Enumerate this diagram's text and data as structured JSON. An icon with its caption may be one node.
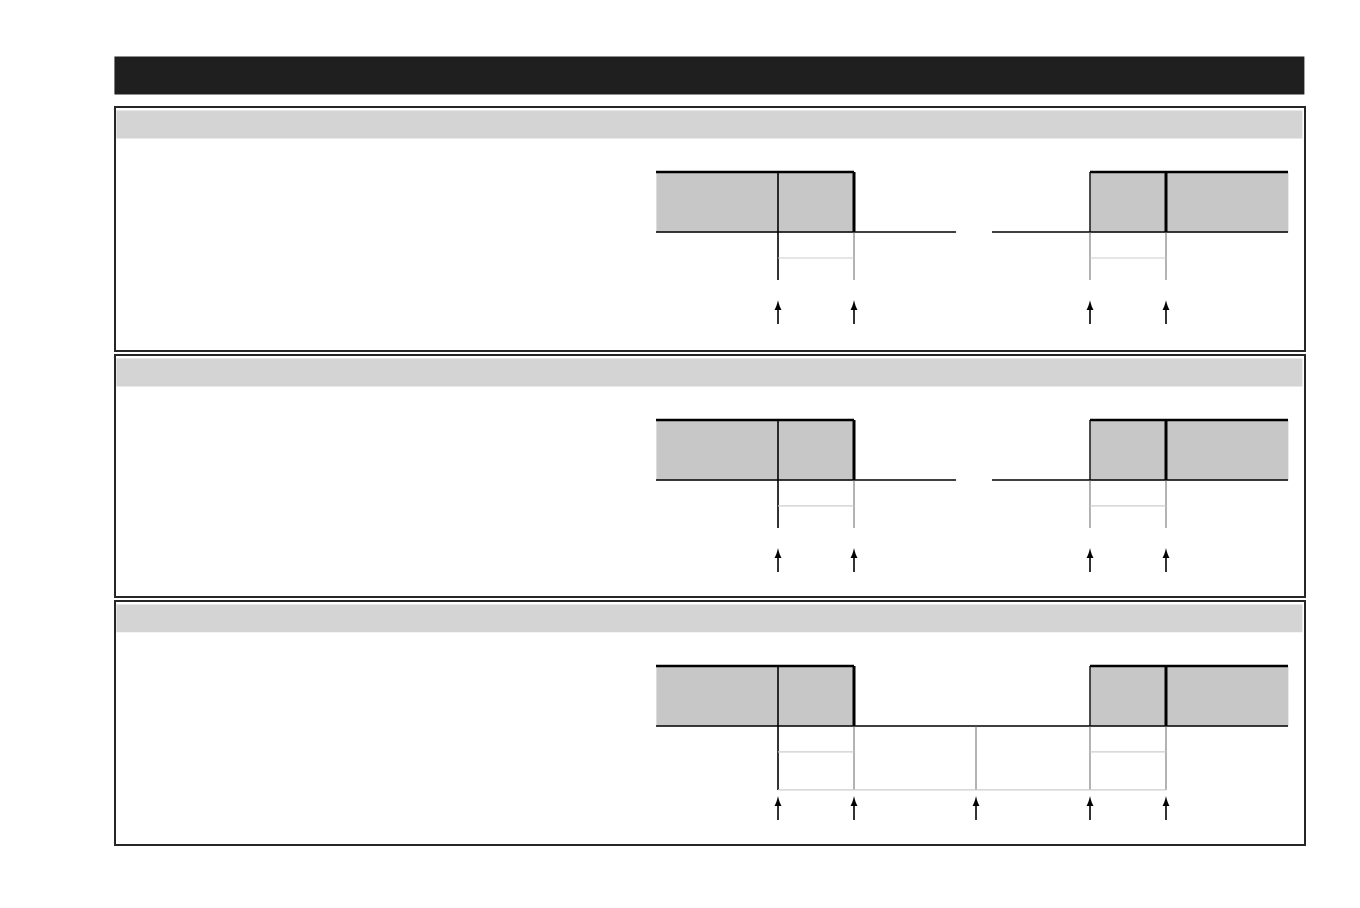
{
  "diagram": {
    "nodes": [
      {
        "text": [],
        "shape": "bar"
      },
      {
        "text": [],
        "shape": "box"
      },
      {
        "text": [],
        "shape": "bar",
        "in": 1
      },
      {
        "text": [],
        "shape": "bar",
        "in": 1
      },
      {
        "text": [],
        "shape": "bar",
        "in": 1
      },
      {
        "text": [],
        "shape": "bar",
        "in": 1
      },
      {
        "text": [],
        "shape": "bar",
        "in": 1
      },
      {
        "text": [],
        "shape": "box"
      },
      {
        "text": [],
        "shape": "bar",
        "in": 7
      },
      {
        "text": [],
        "shape": "bar",
        "in": 7
      },
      {
        "text": [],
        "shape": "bar",
        "in": 7
      },
      {
        "text": [],
        "shape": "bar",
        "in": 7
      },
      {
        "text": [],
        "shape": "bar",
        "in": 7
      },
      {
        "text": [],
        "shape": "box"
      },
      {
        "text": [],
        "shape": "bar",
        "in": 13
      },
      {
        "text": [],
        "shape": "bar",
        "in": 13
      },
      {
        "text": [],
        "shape": "bar",
        "in": 13
      },
      {
        "text": [],
        "shape": "bar",
        "in": 13
      },
      {
        "text": [],
        "shape": "bar",
        "in": 13
      }
    ]
  }
}
